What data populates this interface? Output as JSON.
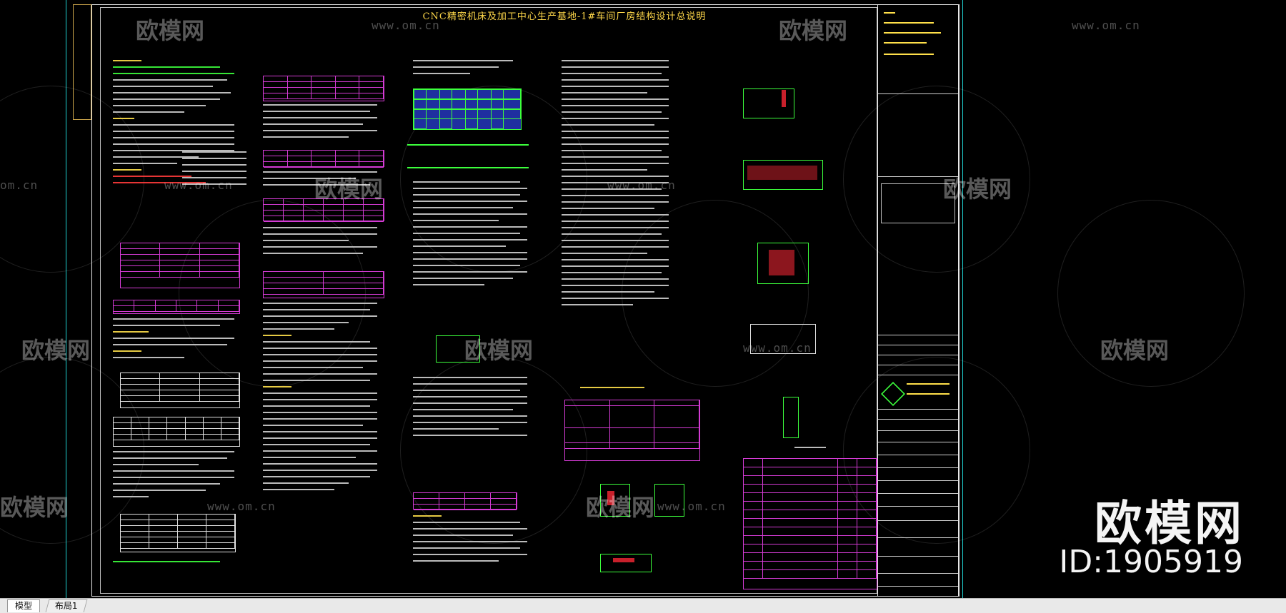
{
  "drawing": {
    "title": "CNC精密机床及加工中心生产基地-1#车间厂房结构设计总说明"
  },
  "watermarks": {
    "brand": "欧模网",
    "url_short": "om.cn",
    "url_long": "www.om.cn"
  },
  "logo": {
    "text": "欧模网",
    "id_label": "ID:1905919"
  },
  "tabs": [
    {
      "label": "模型"
    },
    {
      "label": "布局1"
    }
  ],
  "colors": {
    "background": "#000000",
    "frame": "#e8e8e8",
    "accent_cyan": "#1fd0d0",
    "text_yellow": "#ffe04a",
    "table_magenta": "#d43bd4",
    "detail_green": "#3cff3c"
  }
}
